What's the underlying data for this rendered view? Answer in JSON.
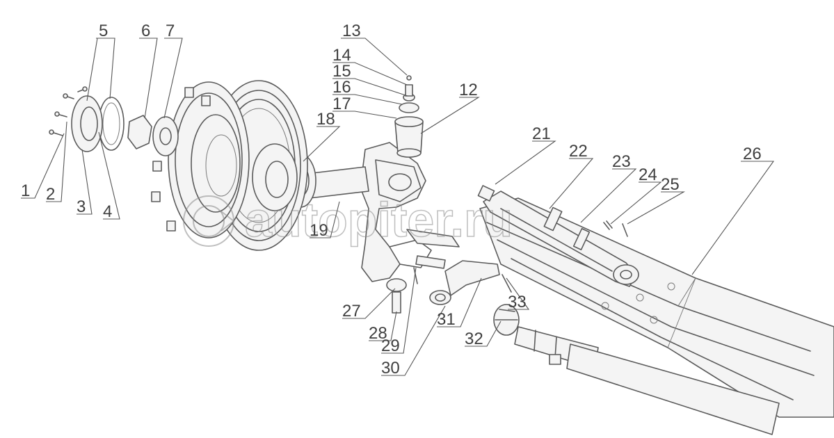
{
  "watermark": {
    "text": "autopiter.ru",
    "icon": "autopiter-logo-icon"
  },
  "callouts": [
    {
      "id": "c1",
      "label": "1"
    },
    {
      "id": "c2",
      "label": "2"
    },
    {
      "id": "c3",
      "label": "3"
    },
    {
      "id": "c4",
      "label": "4"
    },
    {
      "id": "c5",
      "label": "5"
    },
    {
      "id": "c6",
      "label": "6"
    },
    {
      "id": "c7",
      "label": "7"
    },
    {
      "id": "c12",
      "label": "12"
    },
    {
      "id": "c13",
      "label": "13"
    },
    {
      "id": "c14",
      "label": "14"
    },
    {
      "id": "c15",
      "label": "15"
    },
    {
      "id": "c16",
      "label": "16"
    },
    {
      "id": "c17",
      "label": "17"
    },
    {
      "id": "c18",
      "label": "18"
    },
    {
      "id": "c19",
      "label": "19"
    },
    {
      "id": "c21",
      "label": "21"
    },
    {
      "id": "c22",
      "label": "22"
    },
    {
      "id": "c23",
      "label": "23"
    },
    {
      "id": "c24",
      "label": "24"
    },
    {
      "id": "c25",
      "label": "25"
    },
    {
      "id": "c26",
      "label": "26"
    },
    {
      "id": "c27",
      "label": "27"
    },
    {
      "id": "c28",
      "label": "28"
    },
    {
      "id": "c29",
      "label": "29"
    },
    {
      "id": "c30",
      "label": "30"
    },
    {
      "id": "c31",
      "label": "31"
    },
    {
      "id": "c32",
      "label": "32"
    },
    {
      "id": "c33",
      "label": "33"
    }
  ]
}
